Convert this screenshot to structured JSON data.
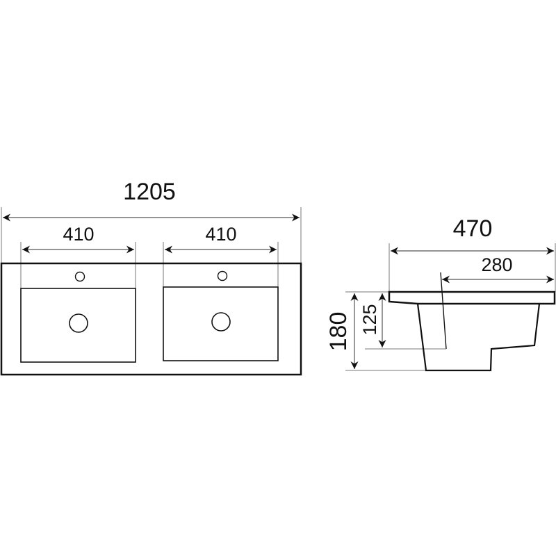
{
  "front_view": {
    "overall_width": "1205",
    "basin_left_width": "410",
    "basin_right_width": "410"
  },
  "side_view": {
    "overall_depth": "470",
    "basin_depth": "280",
    "overall_height": "180",
    "basin_height": "125"
  },
  "colors": {
    "line": "#111111",
    "dim_line": "#555555"
  }
}
